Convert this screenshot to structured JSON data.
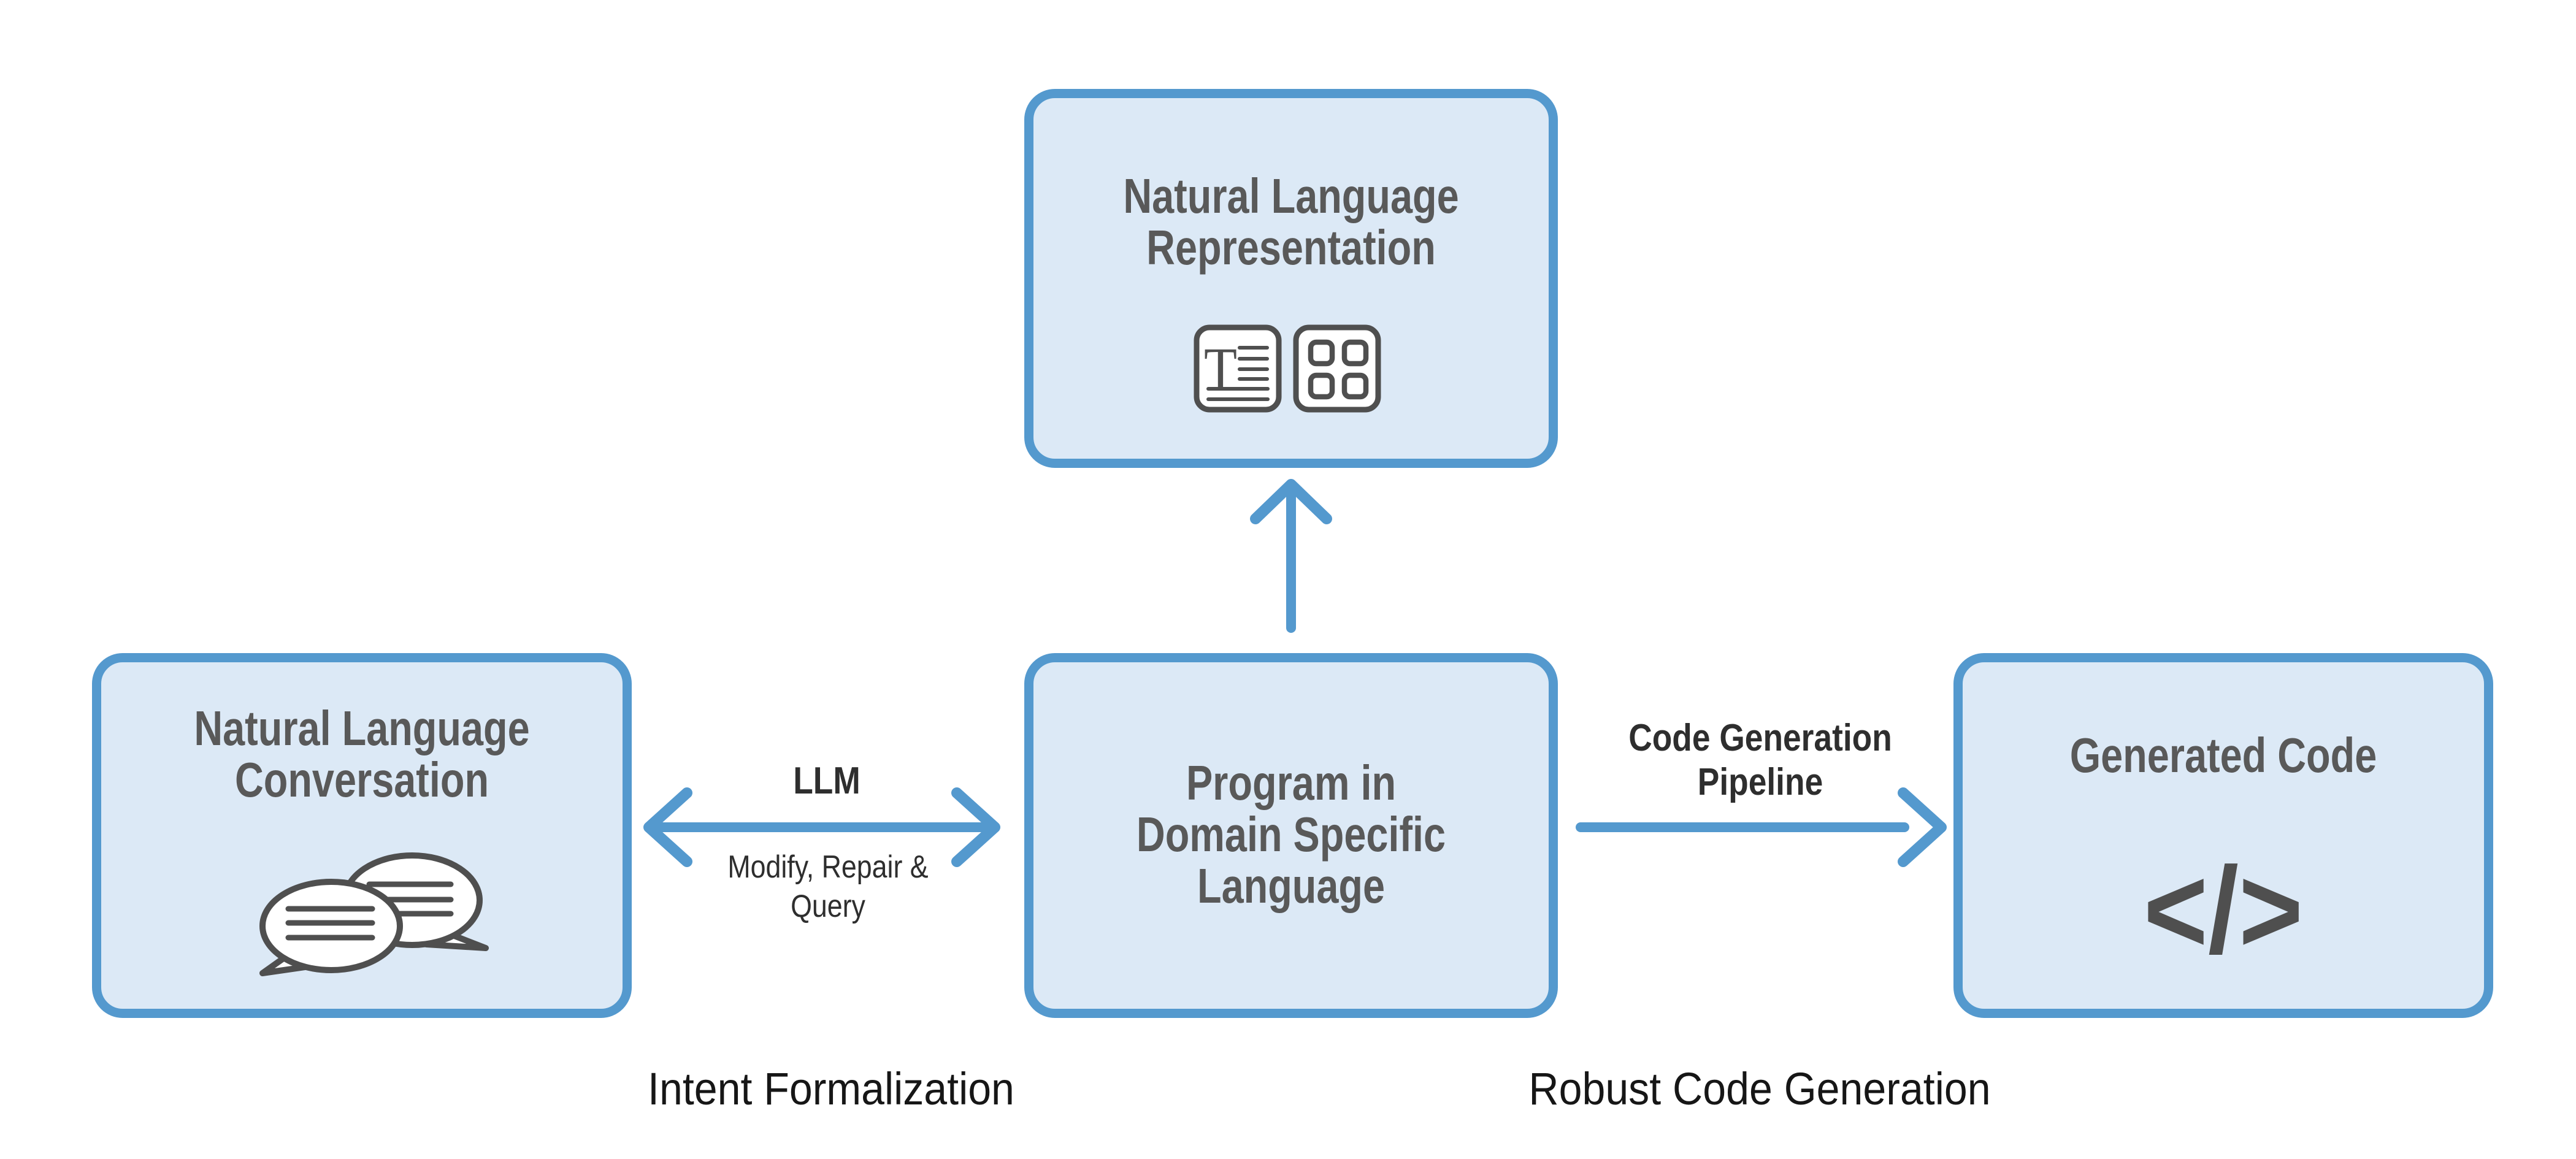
{
  "colors": {
    "accent": "#5499CE",
    "box_fill": "#DCE9F6",
    "box_border": "#5499CE",
    "title_color": "#595959",
    "label_color": "#2E2E2E",
    "caption_color": "#161616",
    "icon_color": "#4F4F4F",
    "background": "#FFFFFF"
  },
  "boxes": {
    "top": {
      "title_lines": [
        "Natural Language",
        "Representation"
      ],
      "icons": [
        "text-document-icon",
        "app-grid-icon"
      ]
    },
    "left": {
      "title_lines": [
        "Natural Language",
        "Conversation"
      ],
      "icon": "chat-bubbles-icon"
    },
    "center": {
      "title_lines": [
        "Program in",
        "Domain Specific",
        "Language"
      ]
    },
    "right": {
      "title": "Generated Code",
      "icon": "code-icon",
      "icon_glyph": "</>"
    }
  },
  "arrows": {
    "llm": {
      "direction": "bidirectional",
      "label": "LLM",
      "sublabel_lines": [
        "Modify, Repair &",
        "Query"
      ]
    },
    "to_representation": {
      "direction": "up"
    },
    "codegen": {
      "direction": "right",
      "label_lines": [
        "Code Generation",
        "Pipeline"
      ]
    }
  },
  "captions": {
    "left": "Intent Formalization",
    "right": "Robust Code Generation"
  },
  "icon_glyph_letter": "T"
}
